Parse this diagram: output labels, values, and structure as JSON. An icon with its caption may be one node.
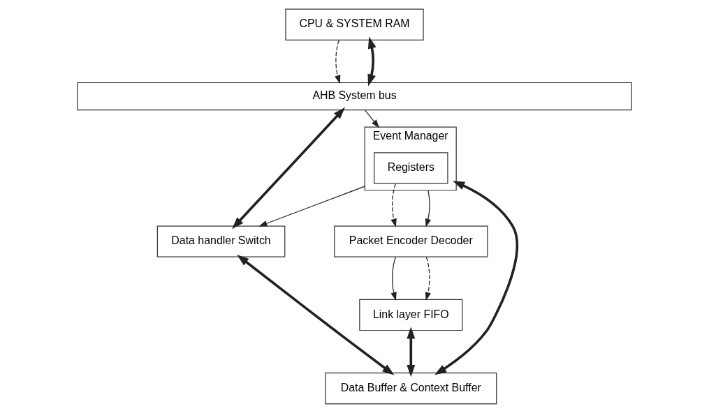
{
  "diagram": {
    "nodes": [
      {
        "text": [
          "CPU & SYSTEM RAM"
        ]
      },
      {
        "text": [
          "AHB System bus"
        ]
      },
      {
        "text": [
          "Event Manager"
        ]
      },
      {
        "text": [
          "Registers"
        ],
        "in": 2
      },
      {
        "text": [
          "Data handler Switch"
        ]
      },
      {
        "text": [
          "Packet Encoder Decoder"
        ]
      },
      {
        "text": [
          "Data Buffer & Context Buffer"
        ]
      },
      {
        "text": [
          "Link layer FIFO"
        ]
      }
    ],
    "edges": [
      {
        "from": 0,
        "to": 1,
        "arrow": "to",
        "style": "dashed"
      },
      {
        "from": 0,
        "to": 1,
        "arrow": "both",
        "style": "thick"
      },
      {
        "from": 1,
        "to": 2,
        "arrow": "to"
      },
      {
        "from": 1,
        "to": 4,
        "arrow": "both",
        "style": "thick"
      },
      {
        "from": 2,
        "to": 4,
        "arrow": "to"
      },
      {
        "from": 2,
        "to": 6,
        "arrow": "both",
        "style": "thick"
      },
      {
        "from": 3,
        "to": 5,
        "arrow": "to",
        "style": "dashed"
      },
      {
        "from": 2,
        "to": 5,
        "arrow": "to"
      },
      {
        "from": 4,
        "to": 6,
        "arrow": "both",
        "style": "thick"
      },
      {
        "from": 5,
        "to": 7,
        "arrow": "to"
      },
      {
        "from": 5,
        "to": 7,
        "arrow": "to",
        "style": "dashed"
      },
      {
        "from": 7,
        "to": 6,
        "arrow": "both",
        "style": "thick"
      }
    ]
  }
}
